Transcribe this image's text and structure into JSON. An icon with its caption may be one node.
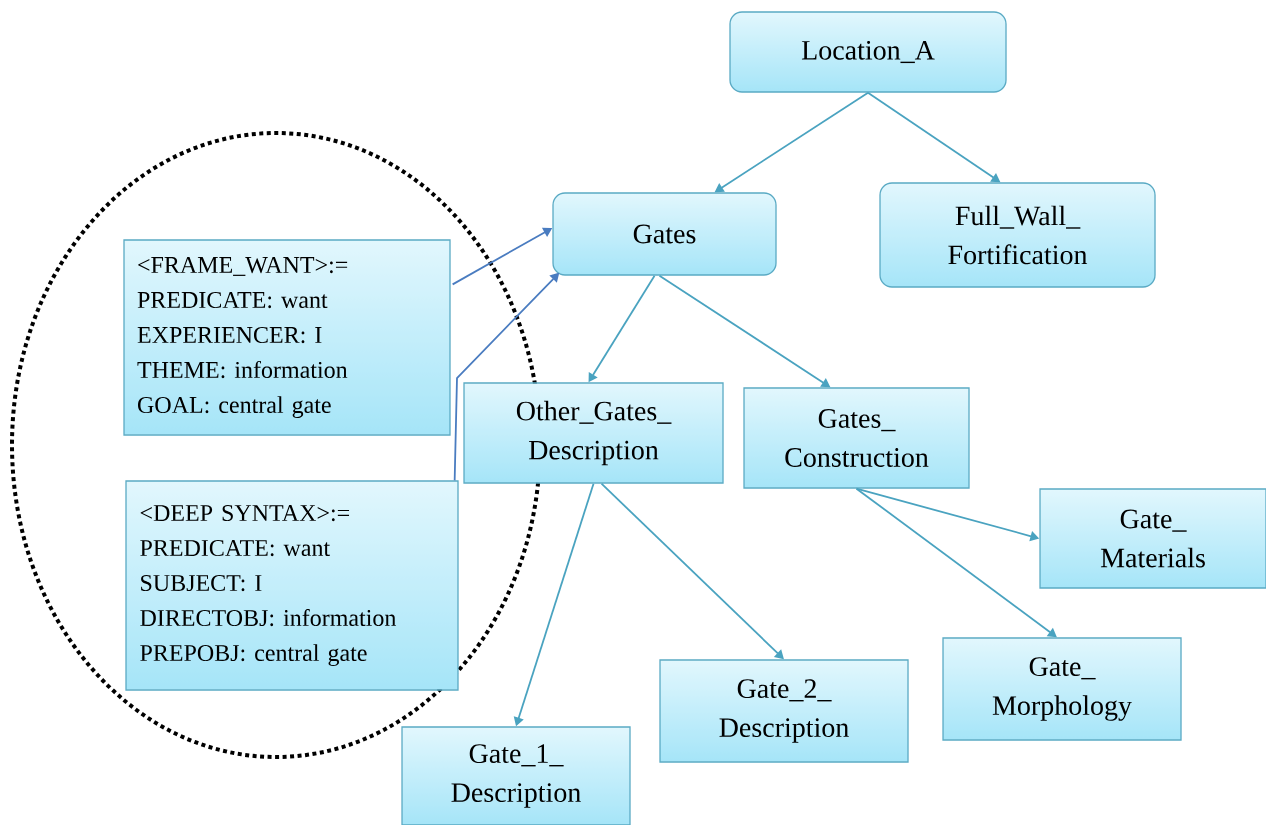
{
  "diagram": {
    "nodes": [
      {
        "text": [
          "Location_A"
        ]
      },
      {
        "text": [
          "Gates"
        ]
      },
      {
        "text": [
          "Full_Wall_ Fortification"
        ]
      },
      {
        "text": [
          "<FRAME_WANT>:=",
          "PREDICATE: want",
          "EXPERIENCER: I",
          "THEME: information",
          "GOAL: central gate"
        ]
      },
      {
        "text": [
          "<DEEP SYNTAX>:=",
          "PREDICATE: want",
          "SUBJECT: I",
          "DIRECTOBJ: information",
          "PREPOBJ: central gate"
        ]
      },
      {
        "text": [
          "Other_Gates_ Description"
        ]
      },
      {
        "text": [
          "Gates_ Construction"
        ]
      },
      {
        "text": [
          "Gate_ Materials"
        ]
      },
      {
        "text": [
          "Gate_ Morphology"
        ]
      },
      {
        "text": [
          "Gate_2_ Description"
        ]
      },
      {
        "text": [
          "Gate_1_ Description"
        ]
      }
    ],
    "edges": [
      {
        "from": 0,
        "to": 1,
        "arrow": "to"
      },
      {
        "from": 0,
        "to": 2,
        "arrow": "to"
      },
      {
        "from": 1,
        "to": 5,
        "arrow": "to"
      },
      {
        "from": 1,
        "to": 6,
        "arrow": "to"
      },
      {
        "from": 5,
        "to": 10,
        "arrow": "to"
      },
      {
        "from": 5,
        "to": 9,
        "arrow": "to"
      },
      {
        "from": 6,
        "to": 7,
        "arrow": "to"
      },
      {
        "from": 6,
        "to": 8,
        "arrow": "to"
      },
      {
        "from": 3,
        "to": 1,
        "arrow": "to",
        "color": "#4a7cc0"
      },
      {
        "from": 4,
        "to": 1,
        "arrow": "to",
        "color": "#4a7cc0"
      }
    ]
  }
}
